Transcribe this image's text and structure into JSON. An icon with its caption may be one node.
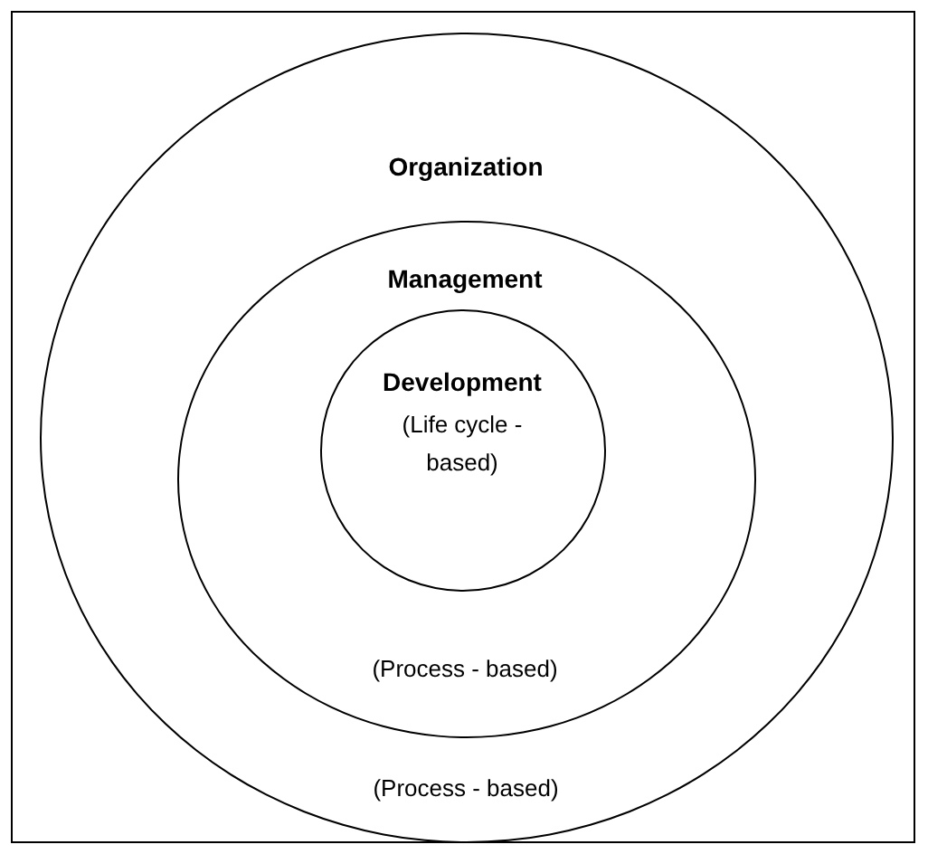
{
  "diagram": {
    "nodes": [
      {
        "text": [
          "Organization",
          "(Process - based)"
        ]
      },
      {
        "text": [
          "Management",
          "(Process - based)"
        ],
        "in": 0
      },
      {
        "text": [
          "Development",
          "(Life cycle - based)"
        ],
        "in": 1
      }
    ]
  }
}
